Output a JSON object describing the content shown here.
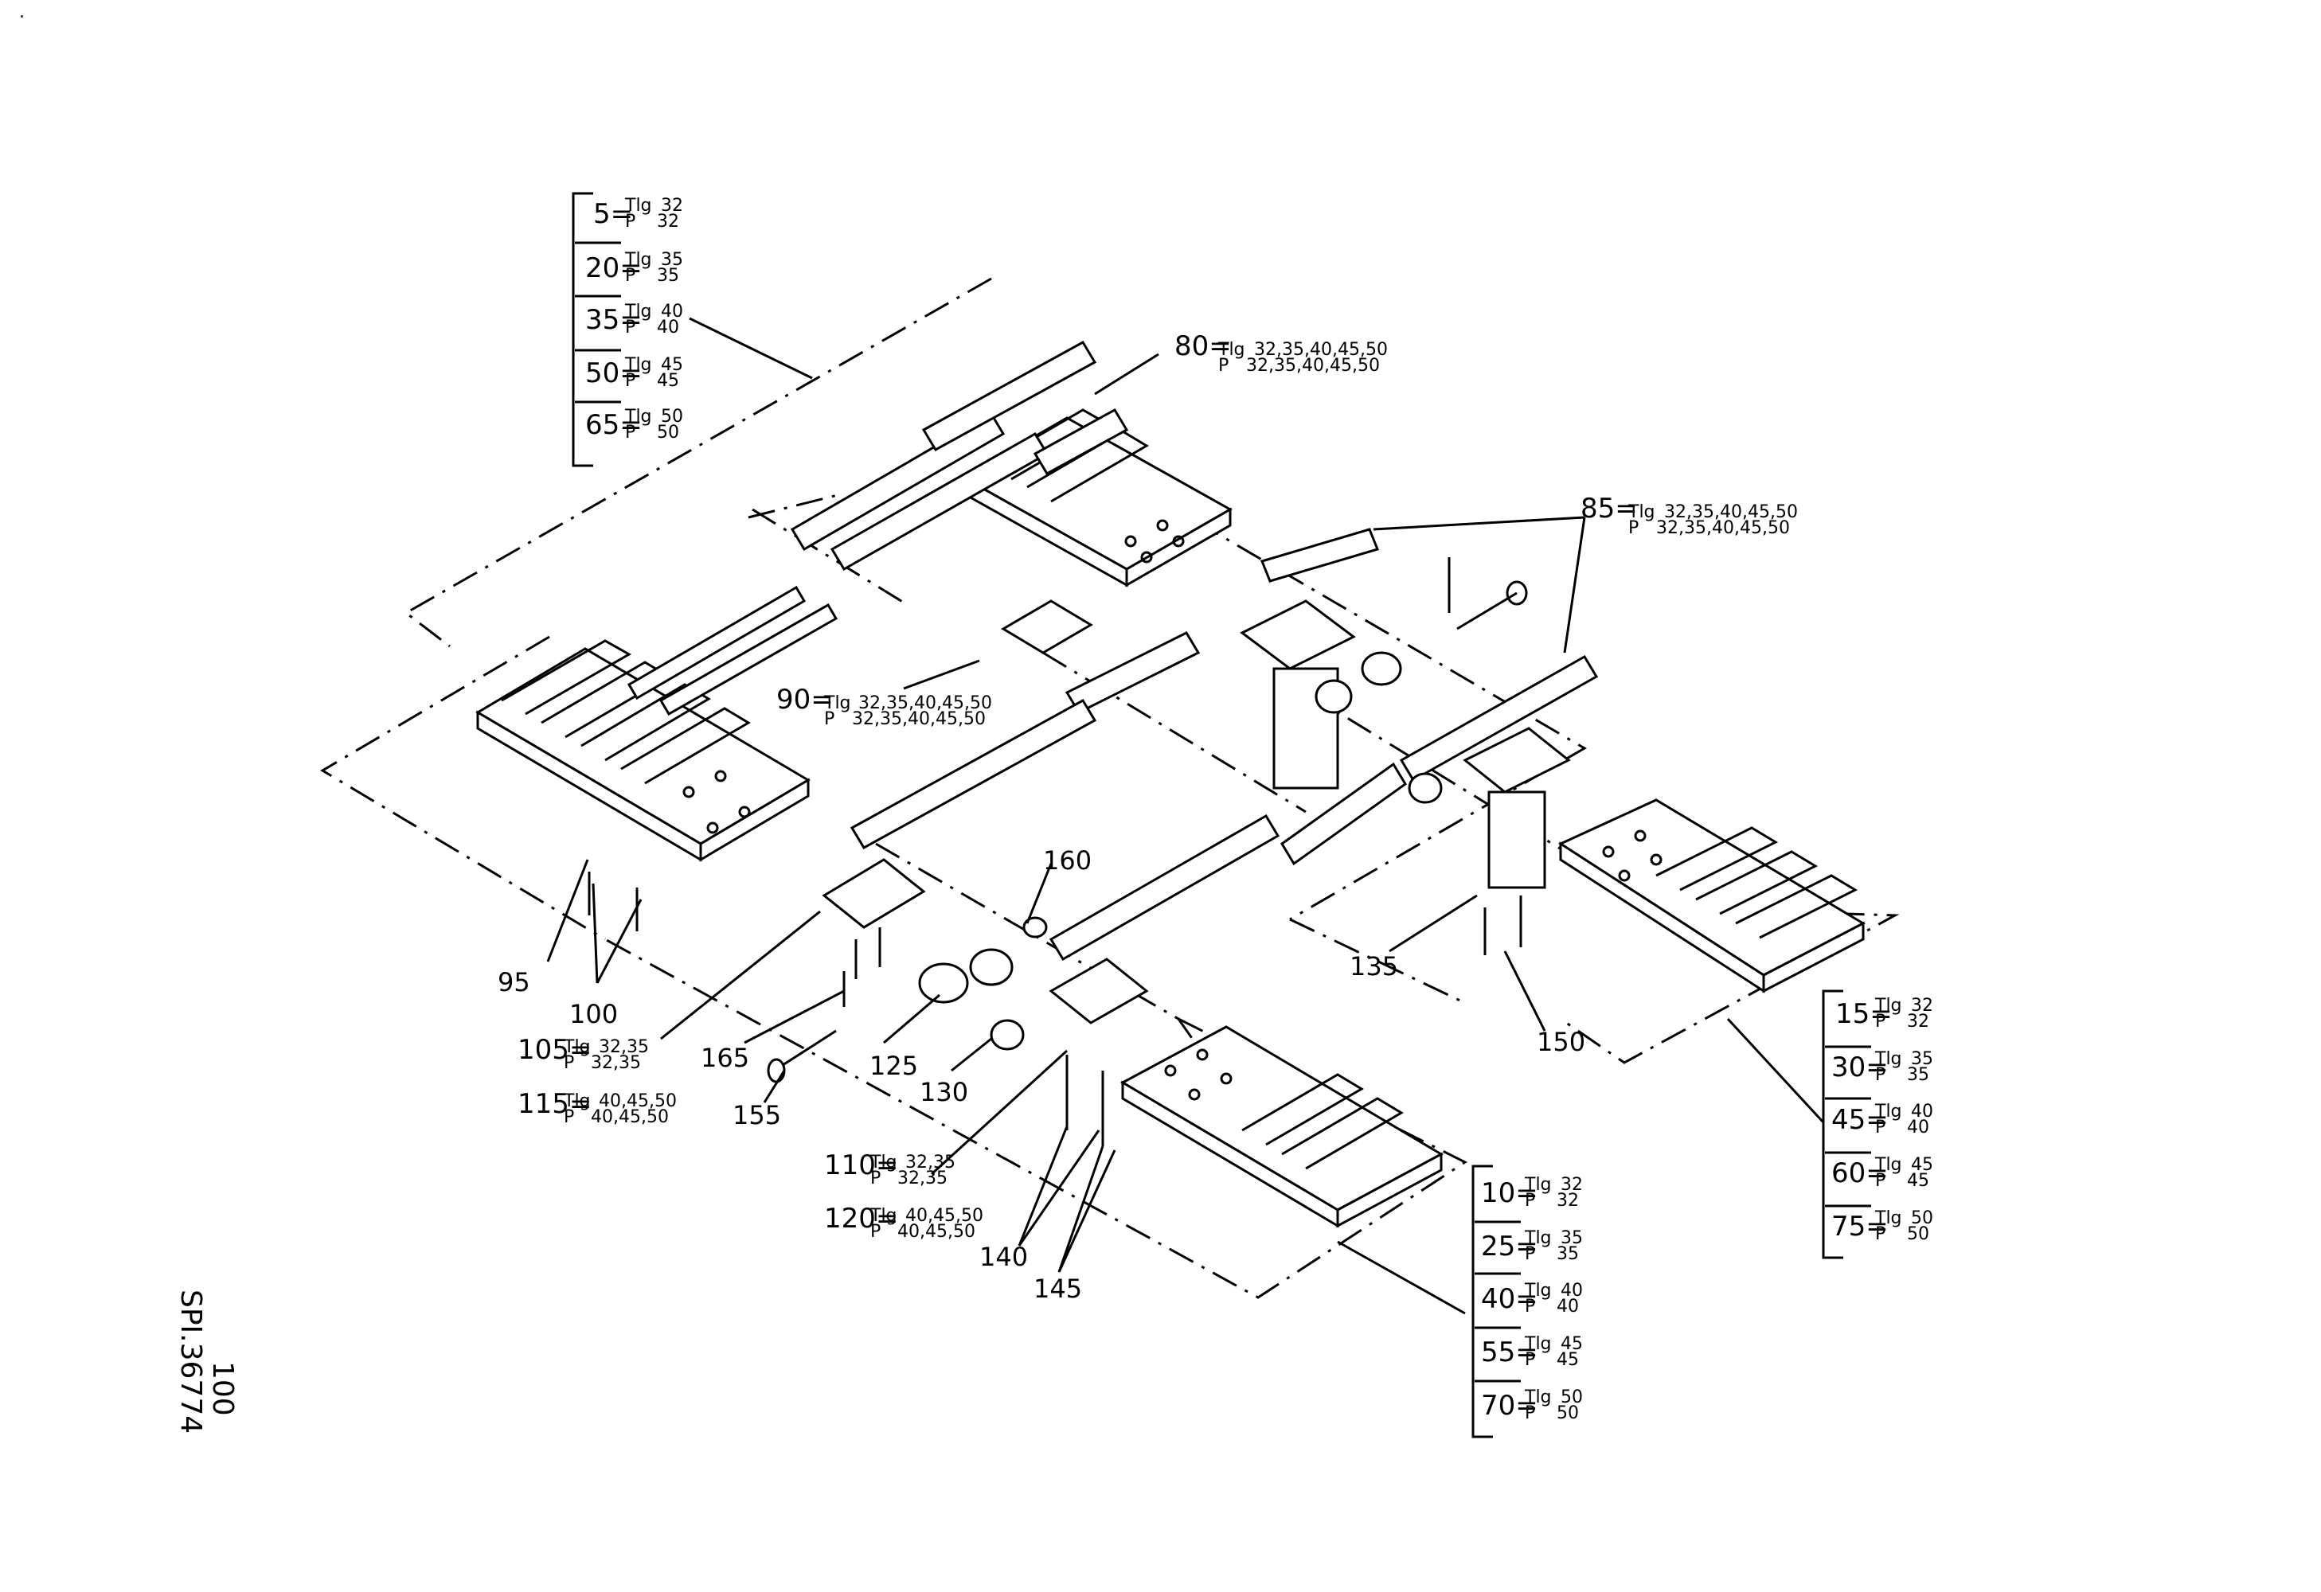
{
  "drawing_code": "SPI.36774",
  "page": "100",
  "dot": ".",
  "tables": {
    "A": [
      {
        "item": "5=",
        "tlg": "32",
        "p": "32"
      },
      {
        "item": "20=",
        "tlg": "35",
        "p": "35"
      },
      {
        "item": "35=",
        "tlg": "40",
        "p": "40"
      },
      {
        "item": "50=",
        "tlg": "45",
        "p": "45"
      },
      {
        "item": "65=",
        "tlg": "50",
        "p": "50"
      }
    ],
    "B": [
      {
        "item": "15=",
        "tlg": "32",
        "p": "32"
      },
      {
        "item": "30=",
        "tlg": "35",
        "p": "35"
      },
      {
        "item": "45=",
        "tlg": "40",
        "p": "40"
      },
      {
        "item": "60=",
        "tlg": "45",
        "p": "45"
      },
      {
        "item": "75=",
        "tlg": "50",
        "p": "50"
      }
    ],
    "C": [
      {
        "item": "10=",
        "tlg": "32",
        "p": "32"
      },
      {
        "item": "25=",
        "tlg": "35",
        "p": "35"
      },
      {
        "item": "40=",
        "tlg": "40",
        "p": "40"
      },
      {
        "item": "55=",
        "tlg": "45",
        "p": "45"
      },
      {
        "item": "70=",
        "tlg": "50",
        "p": "50"
      }
    ]
  },
  "tlg_label": "Tlg",
  "p_label": "P",
  "callouts": {
    "c80": {
      "item": "80=",
      "tlg": "32,35,40,45,50",
      "p": "32,35,40,45,50"
    },
    "c85": {
      "item": "85=",
      "tlg": "32,35,40,45,50",
      "p": "32,35,40,45,50"
    },
    "c90": {
      "item": "90=",
      "tlg": "32,35,40,45,50",
      "p": "32,35,40,45,50"
    },
    "c105": {
      "item": "105=",
      "tlg": "32,35",
      "p": "32,35"
    },
    "c115": {
      "item": "115=",
      "tlg": "40,45,50",
      "p": "40,45,50"
    },
    "c110": {
      "item": "110=",
      "tlg": "32,35",
      "p": "32,35"
    },
    "c120": {
      "item": "120=",
      "tlg": "40,45,50",
      "p": "40,45,50"
    }
  },
  "numbers": {
    "n95": "95",
    "n100": "100",
    "n135": "135",
    "n150": "150",
    "n160": "160",
    "n165": "165",
    "n125": "125",
    "n155": "155",
    "n130": "130",
    "n140": "140",
    "n145": "145"
  }
}
